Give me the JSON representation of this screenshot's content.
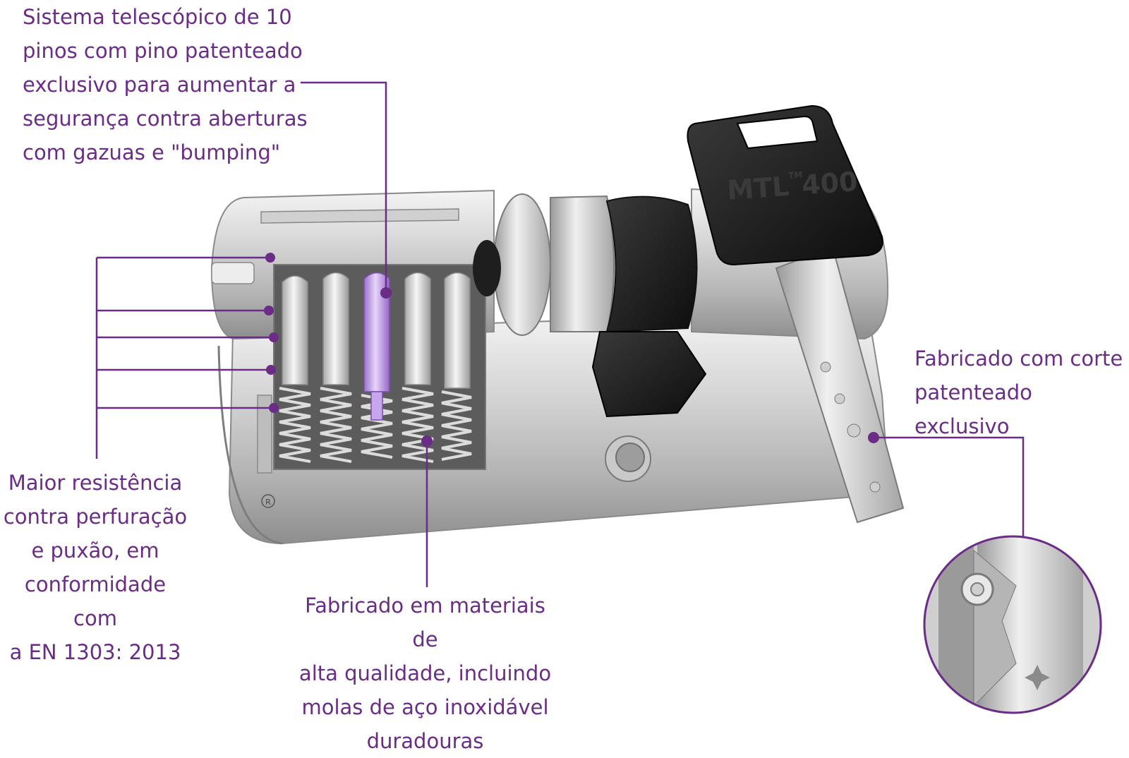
{
  "callouts": {
    "telescopic_pins": "Sistema telescópico de 10\npinos com pino patenteado\nexclusivo para aumentar a\nsegurança contra aberturas\ncom gazuas e \"bumping\"",
    "resistance": "Maior resistência\ncontra perfuração\ne puxão, em\nconformidade com\na EN 1303: 2013",
    "materials": "Fabricado em materiais de\nalta qualidade, incluindo\nmolas de aço inoxidável\nduradouras",
    "patented_cut": "Fabricado com corte\npatenteado exclusivo"
  },
  "key": {
    "brand": "MTL",
    "trademark": "TM",
    "model": "400"
  },
  "cylinder": {
    "registered_mark": "R"
  },
  "colors": {
    "accent": "#6a2c86",
    "callout_text": "#6a2c86",
    "highlight_pin": "#b890e0",
    "key_head": "#1b1b1b"
  }
}
